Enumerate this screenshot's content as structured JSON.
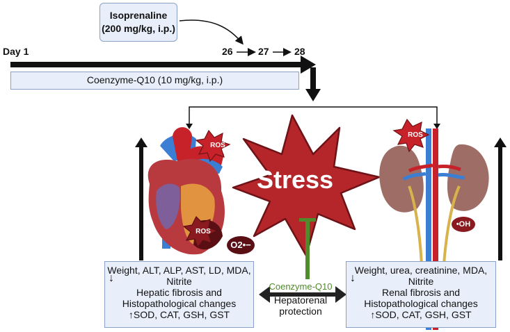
{
  "treatment": {
    "drug_line1": "Isoprenaline",
    "drug_line2": "(200 mg/kg, i.p.)",
    "day_start": "Day 1",
    "day_26": "26",
    "day_27": "27",
    "day_28": "28",
    "coq10": "Coenzyme-Q10 (10 mg/kg, i.p.)"
  },
  "center": {
    "stress": "Stress",
    "coq_label": "Coenzyme-Q10",
    "protection_line1": "Hepatorenal",
    "protection_line2": "protection"
  },
  "markers": {
    "ros_heart_top": "ROS",
    "ros_heart_inner": "ROS",
    "superoxide": "O2•−",
    "ros_kidney": "ROS",
    "hydroxyl": "•OH"
  },
  "left_panel": {
    "line1": "Weight, ALT, ALP, AST, LD, MDA,",
    "line2": "Nitrite",
    "line3": "Hepatic fibrosis and",
    "line4": "Histopathological changes",
    "line5": "SOD, CAT, GSH, GST"
  },
  "right_panel": {
    "line1": "Weight, urea, creatinine, MDA,",
    "line2": "Nitrite",
    "line3": "Renal fibrosis and",
    "line4": "Histopathological changes",
    "line5": "SOD, CAT, GSH, GST"
  },
  "colors": {
    "stress_red": "#b5262b",
    "box_fill": "#e8eefa",
    "box_border": "#8aa0c8",
    "inhibit_green": "#4f8a2b"
  },
  "icons": [
    "heart-organ-icon",
    "kidney-organ-icon",
    "ros-burst-icon",
    "timeline-arrow-icon"
  ]
}
